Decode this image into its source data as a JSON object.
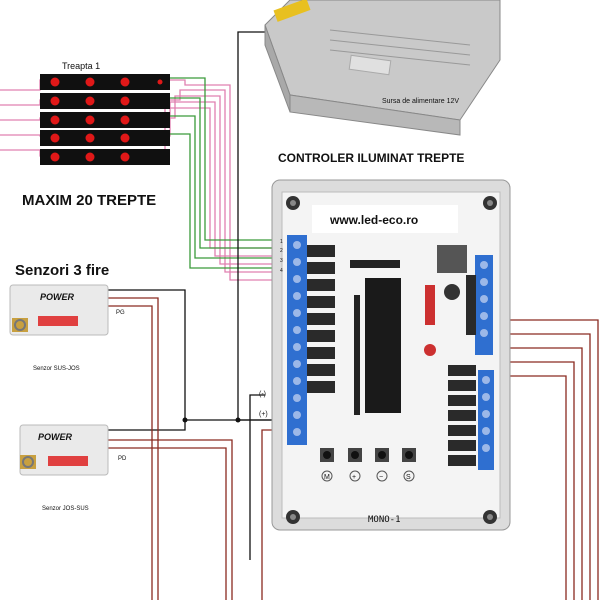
{
  "labels": {
    "step1": "Treapta 1",
    "max_steps": "MAXIM 20 TREPTE",
    "sensors_title": "Senzori 3 fire",
    "psu": "Sursa de alimentare 12V",
    "controller_title": "CONTROLER ILUMINAT TREPTE",
    "website": "www.led-eco.ro",
    "board_model": "MONO-1",
    "minus": "(-)",
    "plus": "(+)",
    "sensor_top_tag": "PG",
    "sensor_bottom_tag": "PD",
    "sensor_top_name": "Senzor SUS-JOS",
    "sensor_bottom_name": "Senzor JOS-SUS",
    "sensor_brand": "POWER",
    "button_m": "M",
    "button_plus": "+",
    "button_minus": "−",
    "button_s": "S",
    "pin1": "1",
    "pin2": "2",
    "pin3": "3",
    "pin4": "4"
  },
  "colors": {
    "wire_green": "#3a9a3a",
    "wire_pink": "#e080b0",
    "wire_black": "#111111",
    "wire_brown": "#8a2a20",
    "led_red": "#e01818",
    "strip": "#101010",
    "pcb": "#f2f2f2",
    "terminal_blue": "#2f6fd0",
    "case": "#e6e6e6"
  }
}
